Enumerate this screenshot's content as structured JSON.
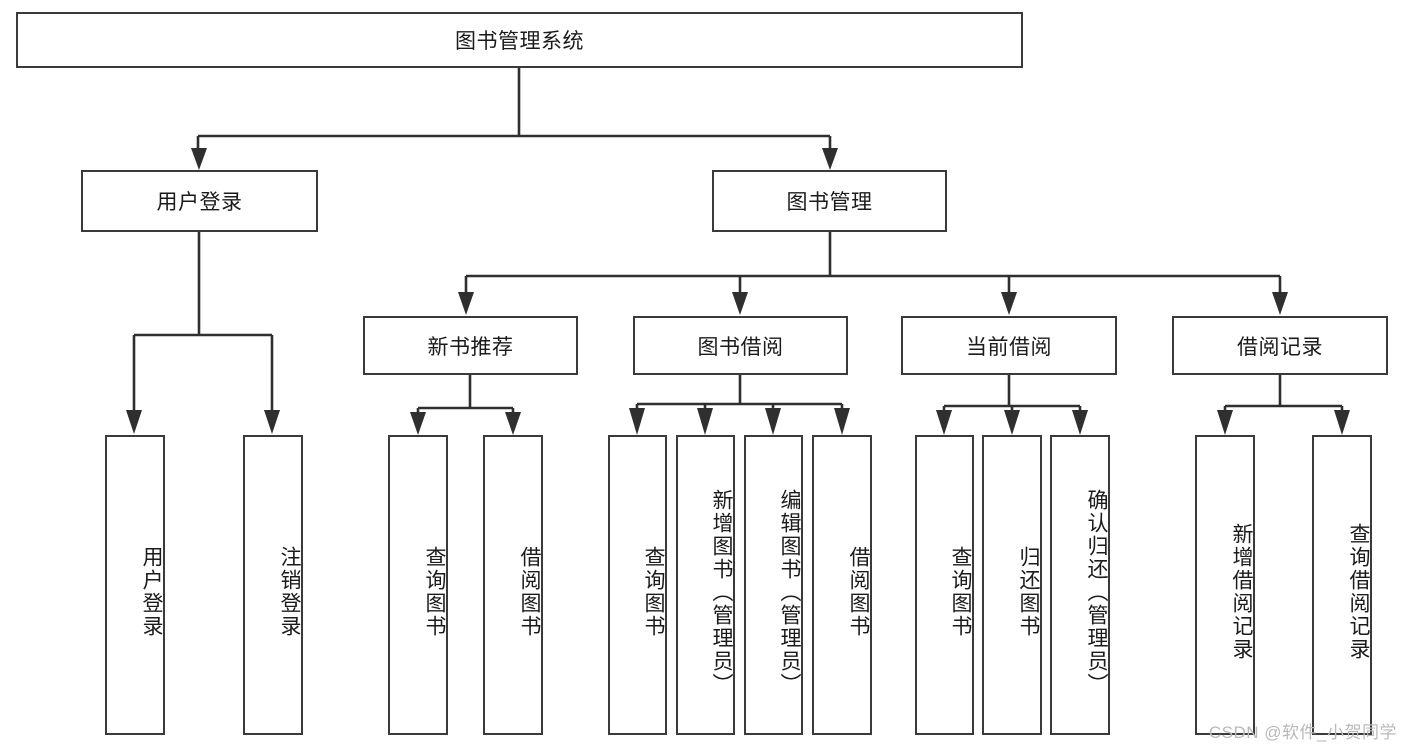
{
  "diagram": {
    "type": "tree",
    "title": "图书管理系统",
    "watermark": "CSDN @软件_小贺同学",
    "colors": {
      "box_border": "#3a3a3a",
      "box_fill": "#ffffff",
      "connector": "#2f2f2f",
      "text": "#1b1b1b",
      "watermark": "#b9b9b9",
      "background": "#ffffff"
    },
    "nodes": {
      "root": {
        "label": "图书管理系统",
        "level": 0,
        "orientation": "horizontal"
      },
      "l1": [
        {
          "id": "user-login",
          "label": "用户登录",
          "orientation": "horizontal"
        },
        {
          "id": "book-manage",
          "label": "图书管理",
          "orientation": "horizontal"
        }
      ],
      "l2": [
        {
          "id": "new-book-rec",
          "label": "新书推荐",
          "orientation": "horizontal",
          "parent": "book-manage"
        },
        {
          "id": "book-borrow",
          "label": "图书借阅",
          "orientation": "horizontal",
          "parent": "book-manage"
        },
        {
          "id": "current-borrow",
          "label": "当前借阅",
          "orientation": "horizontal",
          "parent": "book-manage"
        },
        {
          "id": "borrow-record",
          "label": "借阅记录",
          "orientation": "horizontal",
          "parent": "book-manage"
        }
      ],
      "leaves": {
        "user_login": [
          {
            "id": "leaf-user-login",
            "label": "用户登录"
          },
          {
            "id": "leaf-logout-login",
            "label": "注销登录"
          }
        ],
        "new_book_rec": [
          {
            "id": "leaf-query-book-1",
            "label": "查询图书"
          },
          {
            "id": "leaf-borrow-book-1",
            "label": "借阅图书"
          }
        ],
        "book_borrow": [
          {
            "id": "leaf-query-book-2",
            "label": "查询图书"
          },
          {
            "id": "leaf-add-book-admin",
            "label": "新增图书（管理员）"
          },
          {
            "id": "leaf-edit-book-admin",
            "label": "编辑图书（管理员）"
          },
          {
            "id": "leaf-borrow-book-2",
            "label": "借阅图书"
          }
        ],
        "current_borrow": [
          {
            "id": "leaf-query-book-3",
            "label": "查询图书"
          },
          {
            "id": "leaf-return-book",
            "label": "归还图书"
          },
          {
            "id": "leaf-confirm-return-admin",
            "label": "确认归还（管理员）"
          }
        ],
        "borrow_record": [
          {
            "id": "leaf-add-borrow-record",
            "label": "新增借阅记录"
          },
          {
            "id": "leaf-query-borrow-record",
            "label": "查询借阅记录"
          }
        ]
      }
    }
  }
}
